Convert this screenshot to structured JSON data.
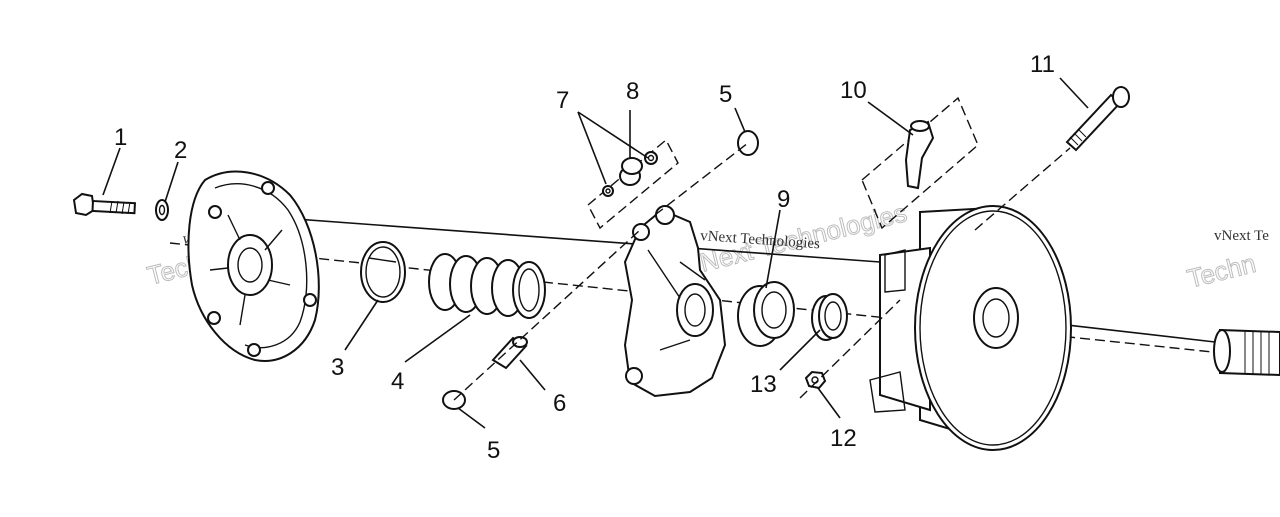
{
  "diagram": {
    "callouts": [
      {
        "id": "c1",
        "label": "1"
      },
      {
        "id": "c2",
        "label": "2"
      },
      {
        "id": "c3",
        "label": "3"
      },
      {
        "id": "c4",
        "label": "4"
      },
      {
        "id": "c5a",
        "label": "5"
      },
      {
        "id": "c5b",
        "label": "5"
      },
      {
        "id": "c6",
        "label": "6"
      },
      {
        "id": "c7",
        "label": "7"
      },
      {
        "id": "c8",
        "label": "8"
      },
      {
        "id": "c9",
        "label": "9"
      },
      {
        "id": "c10",
        "label": "10"
      },
      {
        "id": "c11",
        "label": "11"
      },
      {
        "id": "c12",
        "label": "12"
      },
      {
        "id": "c13",
        "label": "13"
      }
    ],
    "watermark": {
      "line1": "vNext Technologies",
      "line2": "Technologies",
      "short": "vNext Te",
      "short2": "Techn"
    },
    "colors": {
      "ink": "#111111",
      "paper": "#ffffff",
      "watermark": "#bdbdbd"
    }
  }
}
